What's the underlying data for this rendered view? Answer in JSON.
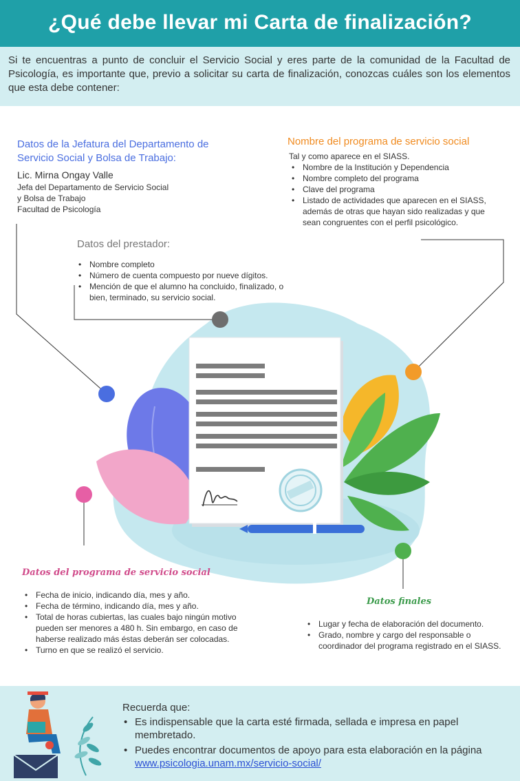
{
  "title": "¿Qué debe llevar mi Carta de finalización?",
  "intro": "Si te encuentras a punto de concluir el Servicio Social y eres parte de la comunidad de la Facultad de Psicología, es importante que, previo a solicitar su carta de finalización, conozcas cuáles son los elementos que esta debe contener:",
  "jefatura": {
    "heading": "Datos de la Jefatura del Departamento de Servicio Social y Bolsa de Trabajo:",
    "name": "Lic. Mirna Ongay Valle",
    "role_lines": [
      "Jefa del Departamento  de Servicio Social",
      "y Bolsa de Trabajo",
      "Facultad de Psicología"
    ]
  },
  "programa_nombre": {
    "heading": "Nombre del programa de servicio social",
    "lead": "Tal y como aparece  en el SIASS.",
    "items": [
      "Nombre de la Institución y Dependencia",
      "Nombre completo  del programa",
      "Clave del programa",
      "Listado de actividades que aparecen en el SIASS, además de otras que hayan sido realizadas y que sean congruentes  con el perfil psicológico."
    ]
  },
  "prestador": {
    "heading": "Datos del prestador:",
    "items": [
      "Nombre completo",
      "Número de cuenta compuesto por nueve dígitos.",
      "Mención de que el alumno ha concluido, finalizado, o bien, terminado, su servicio social."
    ]
  },
  "programa_datos": {
    "heading": "Datos del programa de servicio social",
    "items": [
      "Fecha de inicio, indicando día, mes y año.",
      "Fecha de término, indicando día, mes y año.",
      "Total de horas cubiertas, las cuales bajo ningún motivo pueden ser menores  a 480 h. Sin embargo, en caso de haberse realizado más éstas deberán ser colocadas.",
      "Turno en que se realizó el servicio."
    ]
  },
  "finales": {
    "heading": "Datos finales",
    "items": [
      "Lugar y fecha de elaboración del documento.",
      "Grado, nombre y cargo del responsable o coordinador del programa registrado en el SIASS."
    ]
  },
  "reminder": {
    "heading": "Recuerda que:",
    "item1": "Es indispensable que la carta esté firmada, sellada e impresa en papel membretado.",
    "item2_prefix": "Puedes encontrar documentos de apoyo para esta elaboración en la página ",
    "link": "www.psicologia.unam.mx/servicio-social/"
  },
  "colors": {
    "teal": "#1fa0a8",
    "light_teal": "#d3eef1",
    "blue": "#4a6ee0",
    "orange": "#f08a1e",
    "pink": "#d04a8a",
    "green": "#3a9a4a"
  }
}
